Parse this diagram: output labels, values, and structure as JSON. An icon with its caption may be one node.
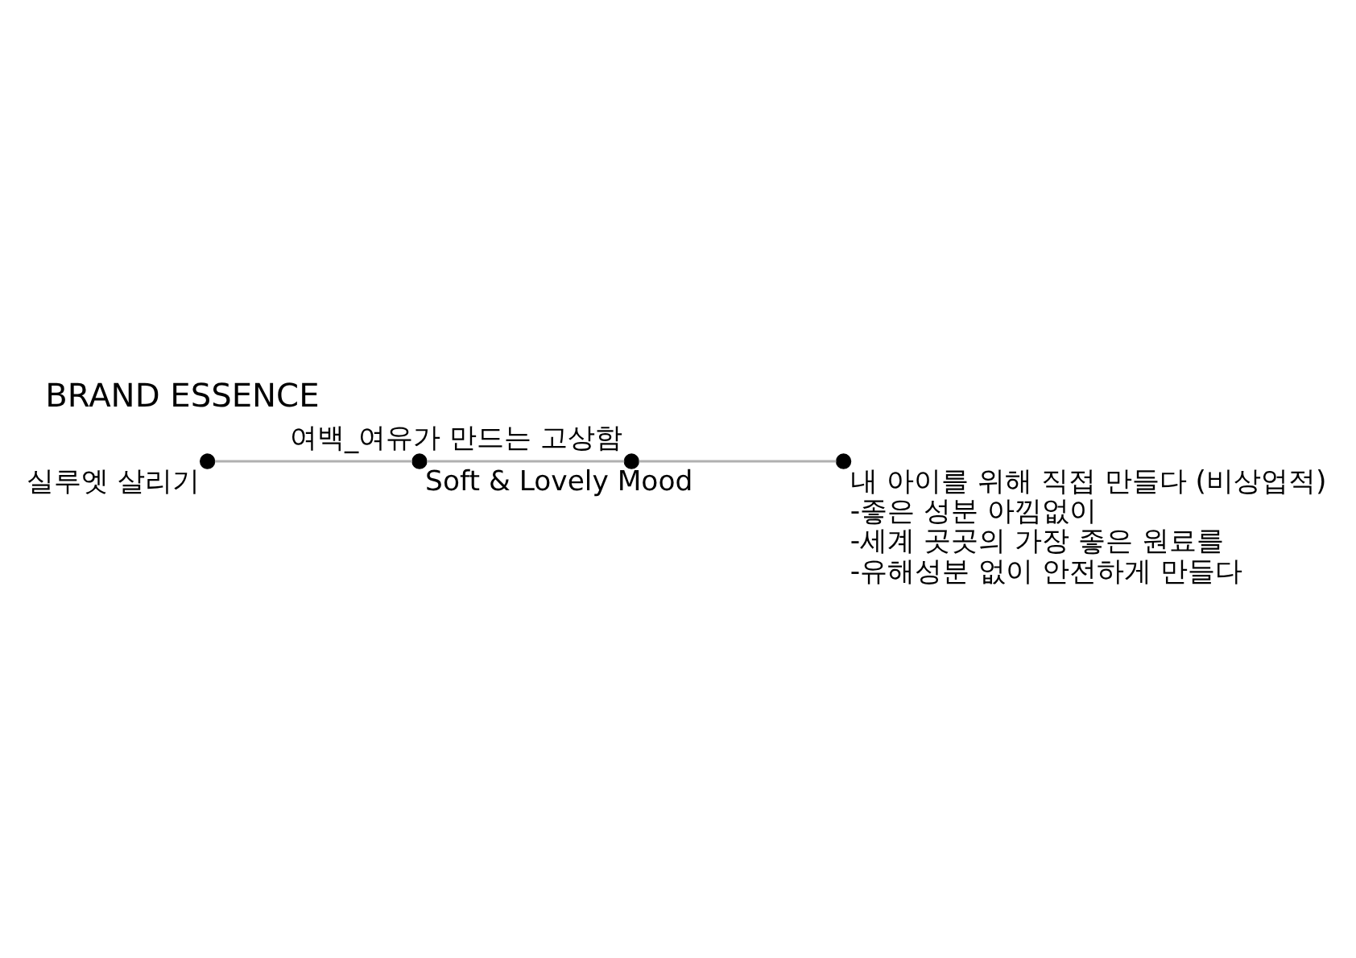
{
  "diagram": {
    "title": "BRAND ESSENCE",
    "nodes": [
      {
        "text": [],
        "shape": "circle",
        "beside": [
          "실루엣 살리기"
        ]
      },
      {
        "text": [],
        "shape": "circle",
        "beside": [
          "Soft & Lovely Mood"
        ]
      },
      {
        "text": [],
        "shape": "circle",
        "beside": [
          "여백_여유가 만드는 고상함"
        ]
      },
      {
        "text": [],
        "shape": "circle",
        "beside": [
          "내 아이를 위해 직접 만들다 (비상업적)",
          "-좋은 성분 아낌없이",
          "-세계 곳곳의 가장 좋은 원료를",
          "-유해성분 없이 안전하게 만들다"
        ]
      }
    ],
    "edges": [
      {
        "from": 0,
        "to": 1,
        "arrow": "none",
        "color": "#b0b0b0"
      },
      {
        "from": 1,
        "to": 2,
        "arrow": "none",
        "color": "#b0b0b0"
      },
      {
        "from": 2,
        "to": 3,
        "arrow": "none",
        "color": "#b0b0b0"
      }
    ]
  }
}
